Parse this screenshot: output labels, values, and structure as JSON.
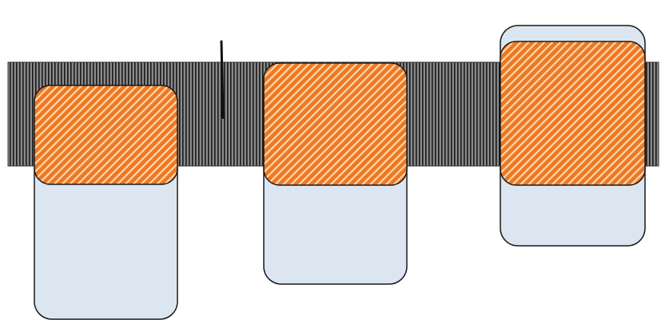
{
  "colors": {
    "background": "#ffffff",
    "strip_fill": "#8a8a8a",
    "strip_stripe": "#1a1a1a",
    "block_fill": "#dce6f1",
    "block_stroke": "#1a1a1a",
    "pad_fill": "#ee7722",
    "pad_stripe": "#ffd9b0",
    "pad_stroke": "#1a1a1a",
    "needle": "#111111"
  },
  "elements": {
    "strip": "vertical-hatched-strip",
    "blocks": [
      "block-left",
      "block-middle",
      "block-right"
    ],
    "pads": [
      "pad-left",
      "pad-middle",
      "pad-right"
    ],
    "marker": "needle-marker"
  }
}
